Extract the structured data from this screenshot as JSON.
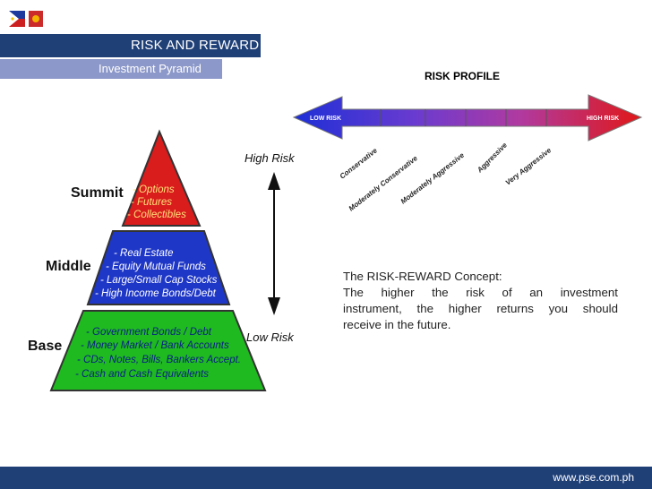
{
  "header": {
    "title": "RISK AND REWARD",
    "subtitle": "Investment Pyramid"
  },
  "pyramid": {
    "tiers": [
      {
        "name": "Summit",
        "color": "#d91c1c",
        "text_color": "#ffe27a",
        "items": [
          "- Options",
          "- Futures",
          "- Collectibles"
        ]
      },
      {
        "name": "Middle",
        "color": "#1f37c7",
        "text_color": "#ffffff",
        "items": [
          "-  Real Estate",
          "- Equity Mutual Funds",
          "- Large/Small Cap Stocks",
          "- High Income Bonds/Debt"
        ]
      },
      {
        "name": "Base",
        "color": "#1fba1f",
        "text_color": "#0b1f88",
        "items": [
          "- Government Bonds / Debt",
          "- Money Market / Bank Accounts",
          "- CDs, Notes, Bills, Bankers Accept.",
          "- Cash and Cash Equivalents"
        ]
      }
    ],
    "high_risk": "High Risk",
    "low_risk": "Low Risk"
  },
  "risk_profile": {
    "title": "RISK PROFILE",
    "low_label": "LOW RISK",
    "high_label": "HIGH RISK",
    "levels": [
      "Conservative",
      "Moderately Conservative",
      "Moderately Aggressive",
      "Aggressive",
      "Very Aggressive"
    ]
  },
  "concept": {
    "heading": "The RISK-REWARD Concept:",
    "line1": "The higher the risk of an investment",
    "line2": "instrument, the higher returns you should",
    "line3": "receive in the future."
  },
  "footer": {
    "url": "www.pse.com.ph"
  },
  "colors": {
    "header_bar": "#1f3f77",
    "subheader_bar": "#8c98c9"
  }
}
